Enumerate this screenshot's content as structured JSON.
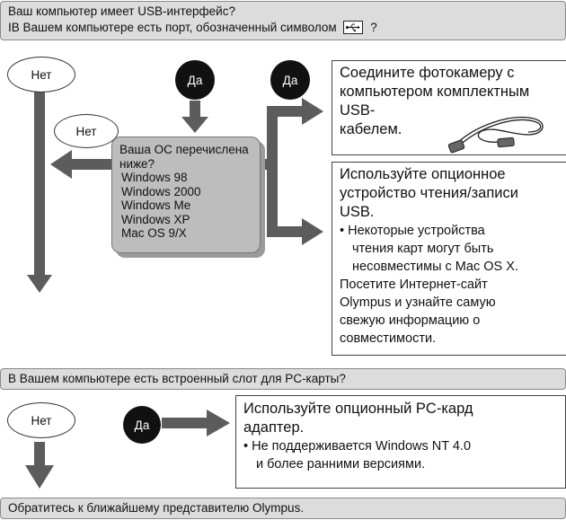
{
  "q1": {
    "line1": "Ваш компьютер имеет USB-интерфейс?",
    "line2": "IВ Вашем компьютере есть порт, обозначенный символом",
    "line2_end": "?",
    "usb_symbol": "usb-port-icon"
  },
  "q1_no": "Нет",
  "q1_yes": "Да",
  "q1_yes_right": "Да",
  "os": {
    "no": "Нет",
    "title": "Ваша ОС перечислена ниже?",
    "items": [
      "Windows 98",
      "Windows 2000",
      "Windows Me",
      "Windows XP",
      "Mac OS 9/X"
    ]
  },
  "box_cable": {
    "line1": "Соедините фотокамеру с",
    "line2": "компьютером комплектным",
    "line3": "USB-",
    "line4": "кабелем."
  },
  "box_reader": {
    "line1": "Используйте опционное",
    "line2": "устройство чтения/записи",
    "line3": "USB.",
    "bullet1": "Некоторые устройства",
    "bullet2": "чтения карт могут быть",
    "bullet3": "несовместимы с Mac OS X.",
    "note1": "Посетите Интернет-сайт",
    "note2": "Olympus и узнайте самую",
    "note3": "свежую информацию о",
    "note4": "совместимости."
  },
  "q2": "В Вашем компьютере есть встроенный слот для PC-карты?",
  "q2_no": "Нет",
  "q2_yes": "Да",
  "box_pc": {
    "line1": "Используйте опционный PC-кард",
    "line2": "адаптер.",
    "bullet1": "Не поддерживается Windows NT 4.0",
    "bullet2": "и более ранними версиями."
  },
  "final": "Обратитесь к ближайшему представителю Olympus.",
  "colors": {
    "arrow": "#5c5c5c",
    "bar": "#dcdcdc",
    "os_box": "#bdbdbd"
  }
}
